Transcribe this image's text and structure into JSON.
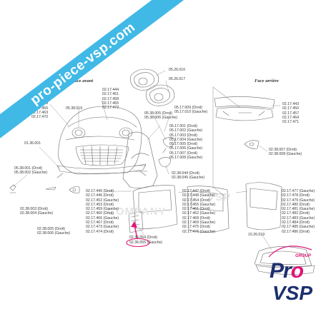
{
  "banner": "pro-piece-vsp.com",
  "sections": {
    "front": "Face avant",
    "rear": "Face arrière"
  },
  "watermark": {
    "left": "COMPANY",
    "right": "VSP"
  },
  "logo": {
    "group": "GROUP",
    "pro_p": "Pr",
    "pro_o": "o",
    "vsp": "VSP"
  },
  "labels": {
    "headlight": "05.26.016\n\n05.26.017",
    "bonnet": "02.17.444\n02.17.451\n02.17.458\n02.17.465\n02.17.472",
    "grille_up": "02.17.442\n02.17.449\n02.17.456\n02.17.463\n02.17.470",
    "fog": "05.38.019",
    "bumper": "01.36.001",
    "indicator": "05.38.001 (Droit)\n05.38.002 (Gauche)",
    "clips": "02.38.003 (Droit)\n02.38.004 (Gauche)",
    "lamp": "02.38.005 (Droit)\n02.38.006 (Gauche)",
    "mirror": "05.38.005 (Droit)\n05.38.006 (Gauche)",
    "wing_top": "05.17.009 (Droit)\n05.17.010 (Gauche)",
    "wing": "05.17.001 (Droit)\n05.17.002 (Gauche)\n05.17.003 (Droit)\n05.17.004 (Gauche)\n05.17.005 (Droit)\n05.17.006 (Gauche)\n05.17.007 (Droit)\n05.17.008 (Gauche)",
    "door_seal": "02.38.044 (Droit)\n02.38.045 (Gauche)",
    "door_front": "02.17.445 (Droit)\n02.17.446 (Droit)\n02.17.452 (Gauche)\n02.17.453 (Droit)\n02.17.459 (Gauche)\n02.17.460 (Droit)\n02.17.466 (Gauche)\n02.17.467 (Droit)\n02.17.473 (Gauche)\n02.17.474 (Droit)",
    "door_mid": "02.17.447 (Droit)\n02.17.448 (Gauche)\n02.17.454 (Droit)\n02.17.455 (Gauche)\n02.17.461 (Droit)\n02.17.462 (Gauche)\n02.17.468 (Droit)\n02.17.469 (Gauche)\n02.17.475 (Droit)\n02.17.476 (Gauche)",
    "door_rear": "02.17.477 (Gauche)\n02.17.478 (Droit)\n02.17.479 (Gauche)\n02.17.480 (Droit)\n02.17.481 (Gauche)\n02.17.482 (Droit)\n02.17.483 (Gauche)\n02.17.484 (Droit)\n02.17.485 (Gauche)\n02.17.486 (Droit)",
    "rear_bumper": "02.17.443\n02.17.450\n02.17.457\n02.17.464\n02.17.471",
    "rear_lamp": "02.38.007 (Droit)\n02.38.008 (Gauche)",
    "handle_a": "02.36.054 (Droit)",
    "handle_b_code": "02.36.055",
    "handle_b_side": " (Gauche)",
    "windscreen": "10.26.019"
  },
  "colors": {
    "banner": "#41b9e6",
    "highlight": "#e0157a",
    "navy": "#1c2f6e"
  }
}
